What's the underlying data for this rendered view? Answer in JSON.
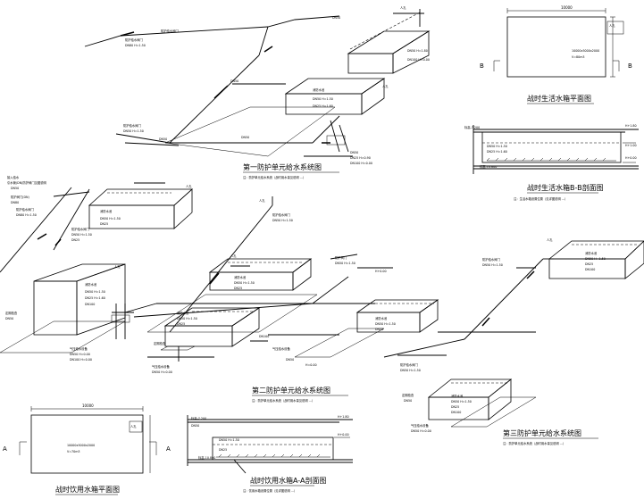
{
  "drawings": {
    "system_1": {
      "title": "第一防护单元给水系统图",
      "note": "注：防护单元给水系统（战时用水量见说明 ...）"
    },
    "system_2": {
      "title": "第二防护单元给水系统图",
      "note": "注：防护单元给水系统（战时用水量见说明 ...）"
    },
    "system_3": {
      "title": "第三防护单元给水系统图",
      "note": "注：防护单元给水系统（战时用水量见说明 ...）"
    },
    "living_tank_plan": {
      "title": "战时生活水箱平面图",
      "spec_1": "10000x5000x2000",
      "spec_2": "V=80m3",
      "section_mark": "B"
    },
    "living_tank_section": {
      "title": "战时生活水箱B-B剖面图",
      "note": "注：生活水箱设置位置（见详图说明 ...）",
      "level_top": "H+1.80",
      "level_mid": "H+1.00",
      "level_low": "H+0.00",
      "floor_left_top": "标高-7.200",
      "floor_left_bottom": "标高-10.800"
    },
    "drinking_tank_plan": {
      "title": "战时饮用水箱平面图",
      "spec_1": "10000x5000x2000",
      "spec_2": "V=70m3",
      "section_mark": "A"
    },
    "drinking_tank_section": {
      "title": "战时饮用水箱A-A剖面图",
      "note": "注：饮用水箱设置位置（见详图说明 ...）",
      "floor_left_top": "标高-7.200",
      "floor_left_bottom": "标高-10.800",
      "level_top": "H+1.80",
      "level_low": "H+0.00"
    },
    "misc_label": "H+0.00"
  },
  "colors": {
    "line": "#000000",
    "background": "#ffffff"
  }
}
